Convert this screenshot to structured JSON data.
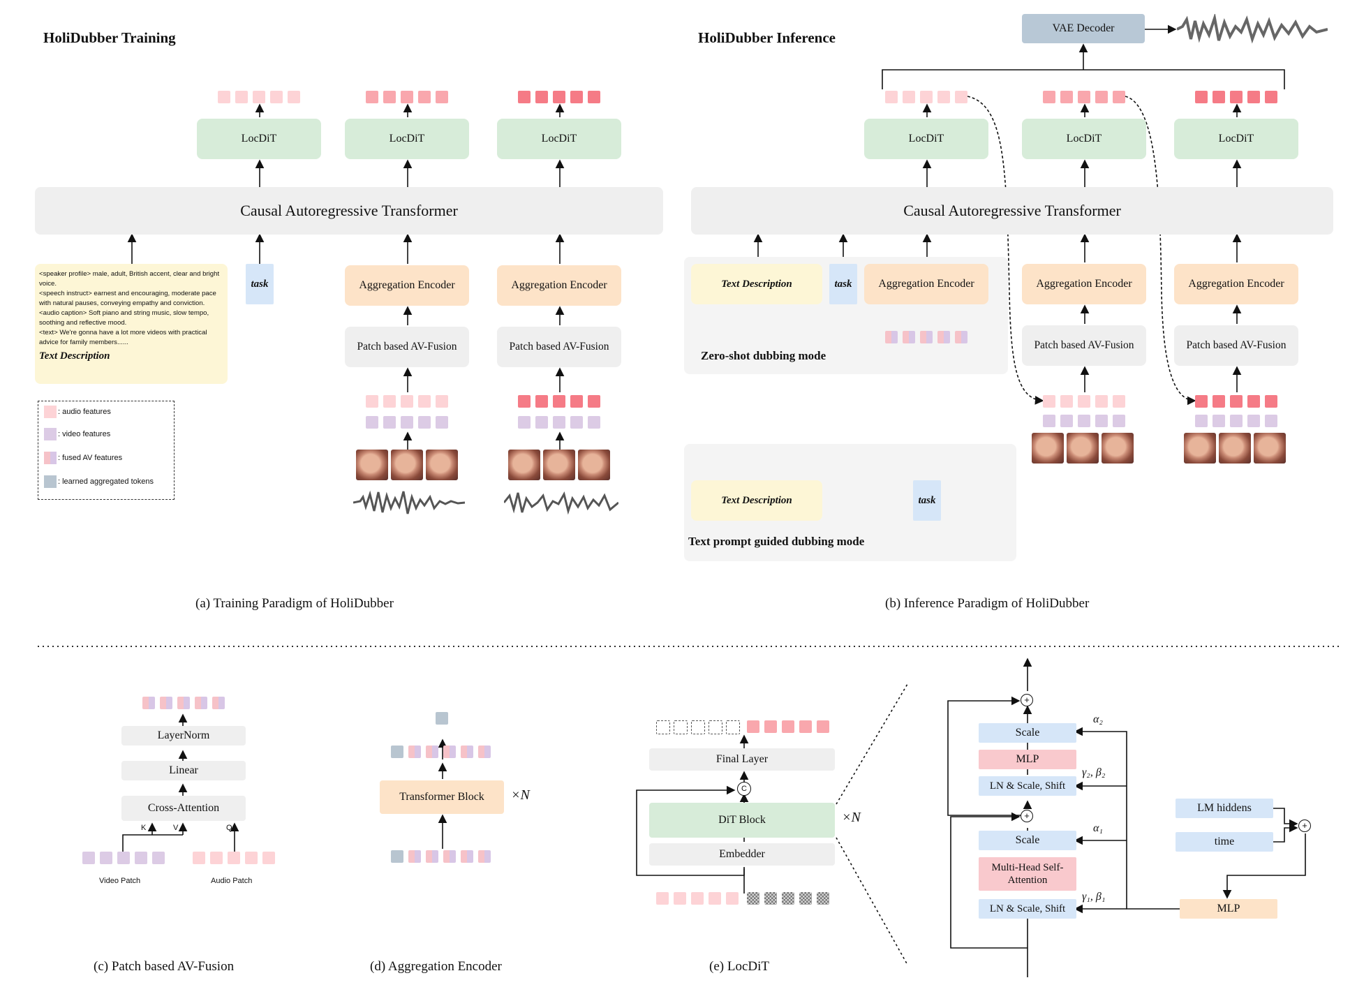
{
  "training": {
    "title": "HoliDubber Training",
    "transformer": "Causal Autoregressive Transformer",
    "locdit": "LocDiT",
    "aggregation_encoder": "Aggregation Encoder",
    "patch_fusion": "Patch based AV-Fusion",
    "task": "task",
    "text_description_lines": [
      "<speaker profile> male, adult, British accent, clear and bright voice.",
      "<speech instruct> earnest and encouraging, moderate pace with natural pauses, conveying empathy and conviction.",
      "<audio caption> Soft piano and string music, slow tempo, soothing and reflective mood.",
      "<text> We're gonna have a lot more videos with practical advice for family members......"
    ],
    "text_description_label": "Text Description",
    "legend": [
      {
        "swatch": "audio",
        "label": ": audio features"
      },
      {
        "swatch": "video",
        "label": ": video features"
      },
      {
        "swatch": "fused",
        "label": ": fused AV features"
      },
      {
        "swatch": "learned",
        "label": ": learned aggregated tokens"
      }
    ],
    "caption": "(a) Training Paradigm of HoliDubber"
  },
  "inference": {
    "title": "HoliDubber Inference",
    "vae_decoder": "VAE Decoder",
    "transformer": "Causal Autoregressive Transformer",
    "locdit": "LocDiT",
    "aggregation_encoder": "Aggregation Encoder",
    "patch_fusion": "Patch based AV-Fusion",
    "text_description": "Text Description",
    "task": "task",
    "zero_shot_mode": "Zero-shot dubbing mode",
    "text_prompt_mode": "Text prompt guided dubbing mode",
    "caption": "(b) Inference Paradigm of HoliDubber"
  },
  "fusion": {
    "layernorm": "LayerNorm",
    "linear": "Linear",
    "cross_attention": "Cross-Attention",
    "k": "K",
    "v": "V",
    "q": "Q",
    "video_patch": "Video Patch",
    "audio_patch": "Audio Patch",
    "caption": "(c) Patch based AV-Fusion"
  },
  "aggregation": {
    "transformer_block": "Transformer Block",
    "times_n": "×N",
    "caption": "(d) Aggregation Encoder"
  },
  "locdit": {
    "final_layer": "Final Layer",
    "dit_block": "DiT Block",
    "embedder": "Embedder",
    "times_n": "×N",
    "concat": "C",
    "caption": "(e) LocDiT"
  },
  "dit_detail": {
    "scale_top": "Scale",
    "mlp": "MLP",
    "ln_top": "LN & Scale, Shift",
    "scale_bottom": "Scale",
    "mhsa": "Multi-Head Self-Attention",
    "ln_bottom": "LN & Scale, Shift",
    "lm_hiddens": "LM hiddens",
    "time": "time",
    "cond_mlp": "MLP",
    "alpha2": "α₂",
    "gamma2_beta2": "γ₂, β₂",
    "alpha1": "α₁",
    "gamma1_beta1": "γ₁, β₁",
    "plus": "+"
  },
  "colors": {
    "green": "#d7ecd9",
    "gray": "#efefef",
    "orange": "#fde3c8",
    "blue": "#d6e6f8",
    "yellow": "#fdf6d6",
    "pink": "#f9c9cd",
    "steel": "#b8c8d6",
    "panel_green": "#e5f1e5"
  }
}
